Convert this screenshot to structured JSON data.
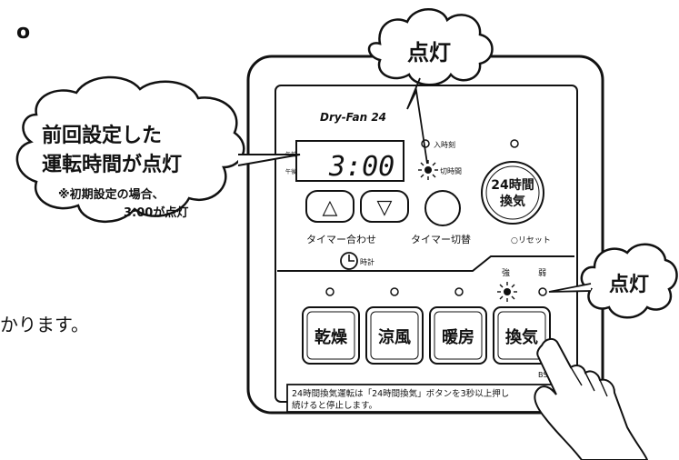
{
  "page": {
    "bullet_mark": "o",
    "trailing_text": "かります。"
  },
  "callouts": {
    "top": "点灯",
    "left_line1": "前回設定した",
    "left_line2": "運転時間が点灯",
    "left_note1": "※初期設定の場合、",
    "left_note2": "3:00が点灯",
    "right": "点灯"
  },
  "panel": {
    "brand": "Dry-Fan 24",
    "display_value": "3:00",
    "am_label": "午前",
    "pm_label": "午後",
    "indicator_on_timer": "入時刻",
    "indicator_off_timer": "切時間",
    "button_24h_line1": "24時間",
    "button_24h_line2": "換気",
    "up_arrow": "△",
    "down_arrow": "▽",
    "label_timer_set": "タイマー合わせ",
    "label_timer_switch": "タイマー切替",
    "label_reset": "○リセット",
    "label_clock": "時計",
    "strength_strong": "強",
    "strength_weak": "弱",
    "modes": [
      "乾燥",
      "涼風",
      "暖房",
      "換気"
    ],
    "model": "BS-15",
    "notice_line1": "24時間換気運転は「24時間換気」ボタンを3秒以上押し",
    "notice_line2": "続けると停止します。"
  }
}
